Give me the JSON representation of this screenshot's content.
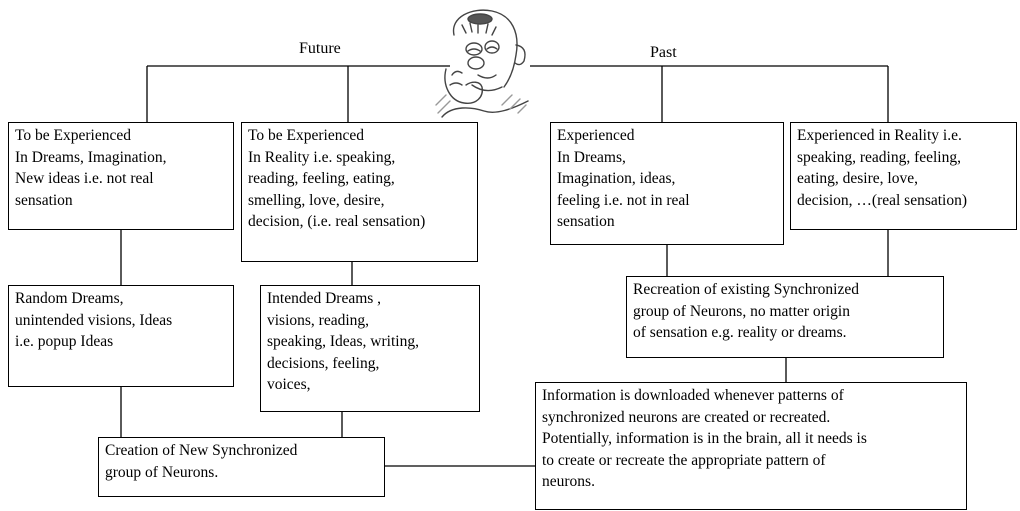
{
  "labels": {
    "future": "Future",
    "past": "Past"
  },
  "boxes": {
    "future_dreams": "To be Experienced\nIn Dreams, Imagination,\nNew ideas i.e. not real\nsensation",
    "future_reality": "To be Experienced\nIn Reality i.e. speaking,\nreading, feeling, eating,\nsmelling,  love, desire,\ndecision, (i.e. real sensation)",
    "past_dreams": "Experienced\nIn Dreams,\nImagination, ideas,\nfeeling i.e. not in real\nsensation",
    "past_reality": "Experienced in Reality i.e.\nspeaking, reading, feeling,\neating, desire, love,\ndecision, …(real sensation)",
    "random_dreams": "Random Dreams,\nunintended visions, Ideas\ni.e. popup Ideas",
    "intended_dreams": "Intended Dreams ,\nvisions, reading,\nspeaking, Ideas, writing,\ndecisions, feeling,\nvoices,",
    "recreation": "Recreation of existing Synchronized\ngroup of Neurons, no matter origin\nof sensation e.g. reality or dreams.",
    "creation": "Creation of New Synchronized\ngroup of Neurons.",
    "information": "Information is downloaded whenever patterns of\nsynchronized neurons are created or recreated.\nPotentially, information is in the brain, all it needs is\nto create or recreate the appropriate pattern of\nneurons."
  },
  "image": {
    "icon": "thinking-cartoon-face-icon"
  }
}
